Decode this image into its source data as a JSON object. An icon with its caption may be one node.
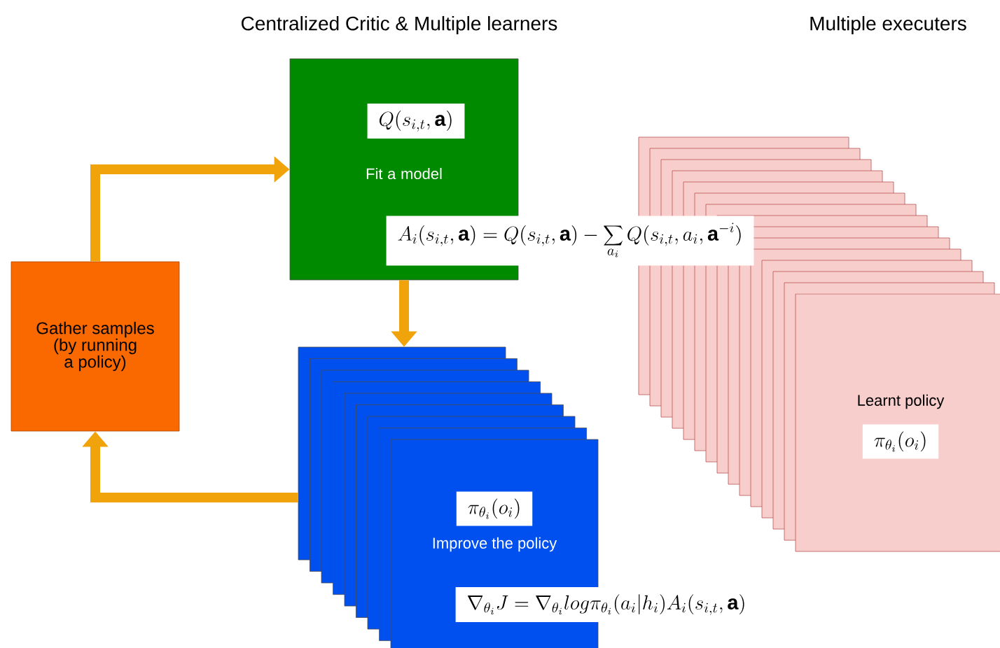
{
  "diagram": {
    "nodes": [
      {
        "text": [
          "Gather samples (by running a policy)"
        ]
      },
      {
        "text": [
          "Fit a model"
        ]
      },
      {
        "text": [
          "Q(s_{i,t},\\mathbf{a})"
        ],
        "in": 1
      },
      {
        "text": [
          "A_i(s_{i,t},\\mathbf{a}) = Q(s_{i,t},\\mathbf{a}) - \\sum_{a_i} Q(s_{i,t},a_i,\\mathbf{a}^{-i})"
        ]
      },
      {
        "text": [
          "Improve the policy"
        ]
      },
      {
        "text": [
          "\\pi_{\\theta_i}(o_i)"
        ],
        "in": 4
      },
      {
        "text": [
          "\\nabla_{\\theta_i} J = \\nabla_{\\theta_i} log \\pi_{\\theta_i}(a_i|h_i) A_i(s_{i,t},\\mathbf{a})"
        ]
      },
      {
        "text": [
          "Learnt policy"
        ]
      },
      {
        "text": [
          "\\pi_{\\theta_i}(o_i)"
        ],
        "in": 7
      }
    ],
    "edges": [
      {
        "from": 0,
        "to": 1,
        "arrow": "to"
      },
      {
        "from": 1,
        "to": 4,
        "arrow": "to"
      },
      {
        "from": 4,
        "to": 0,
        "arrow": "to"
      }
    ],
    "labels": [
      "Centralized Critic & Multiple learners",
      "Multiple executers"
    ]
  }
}
